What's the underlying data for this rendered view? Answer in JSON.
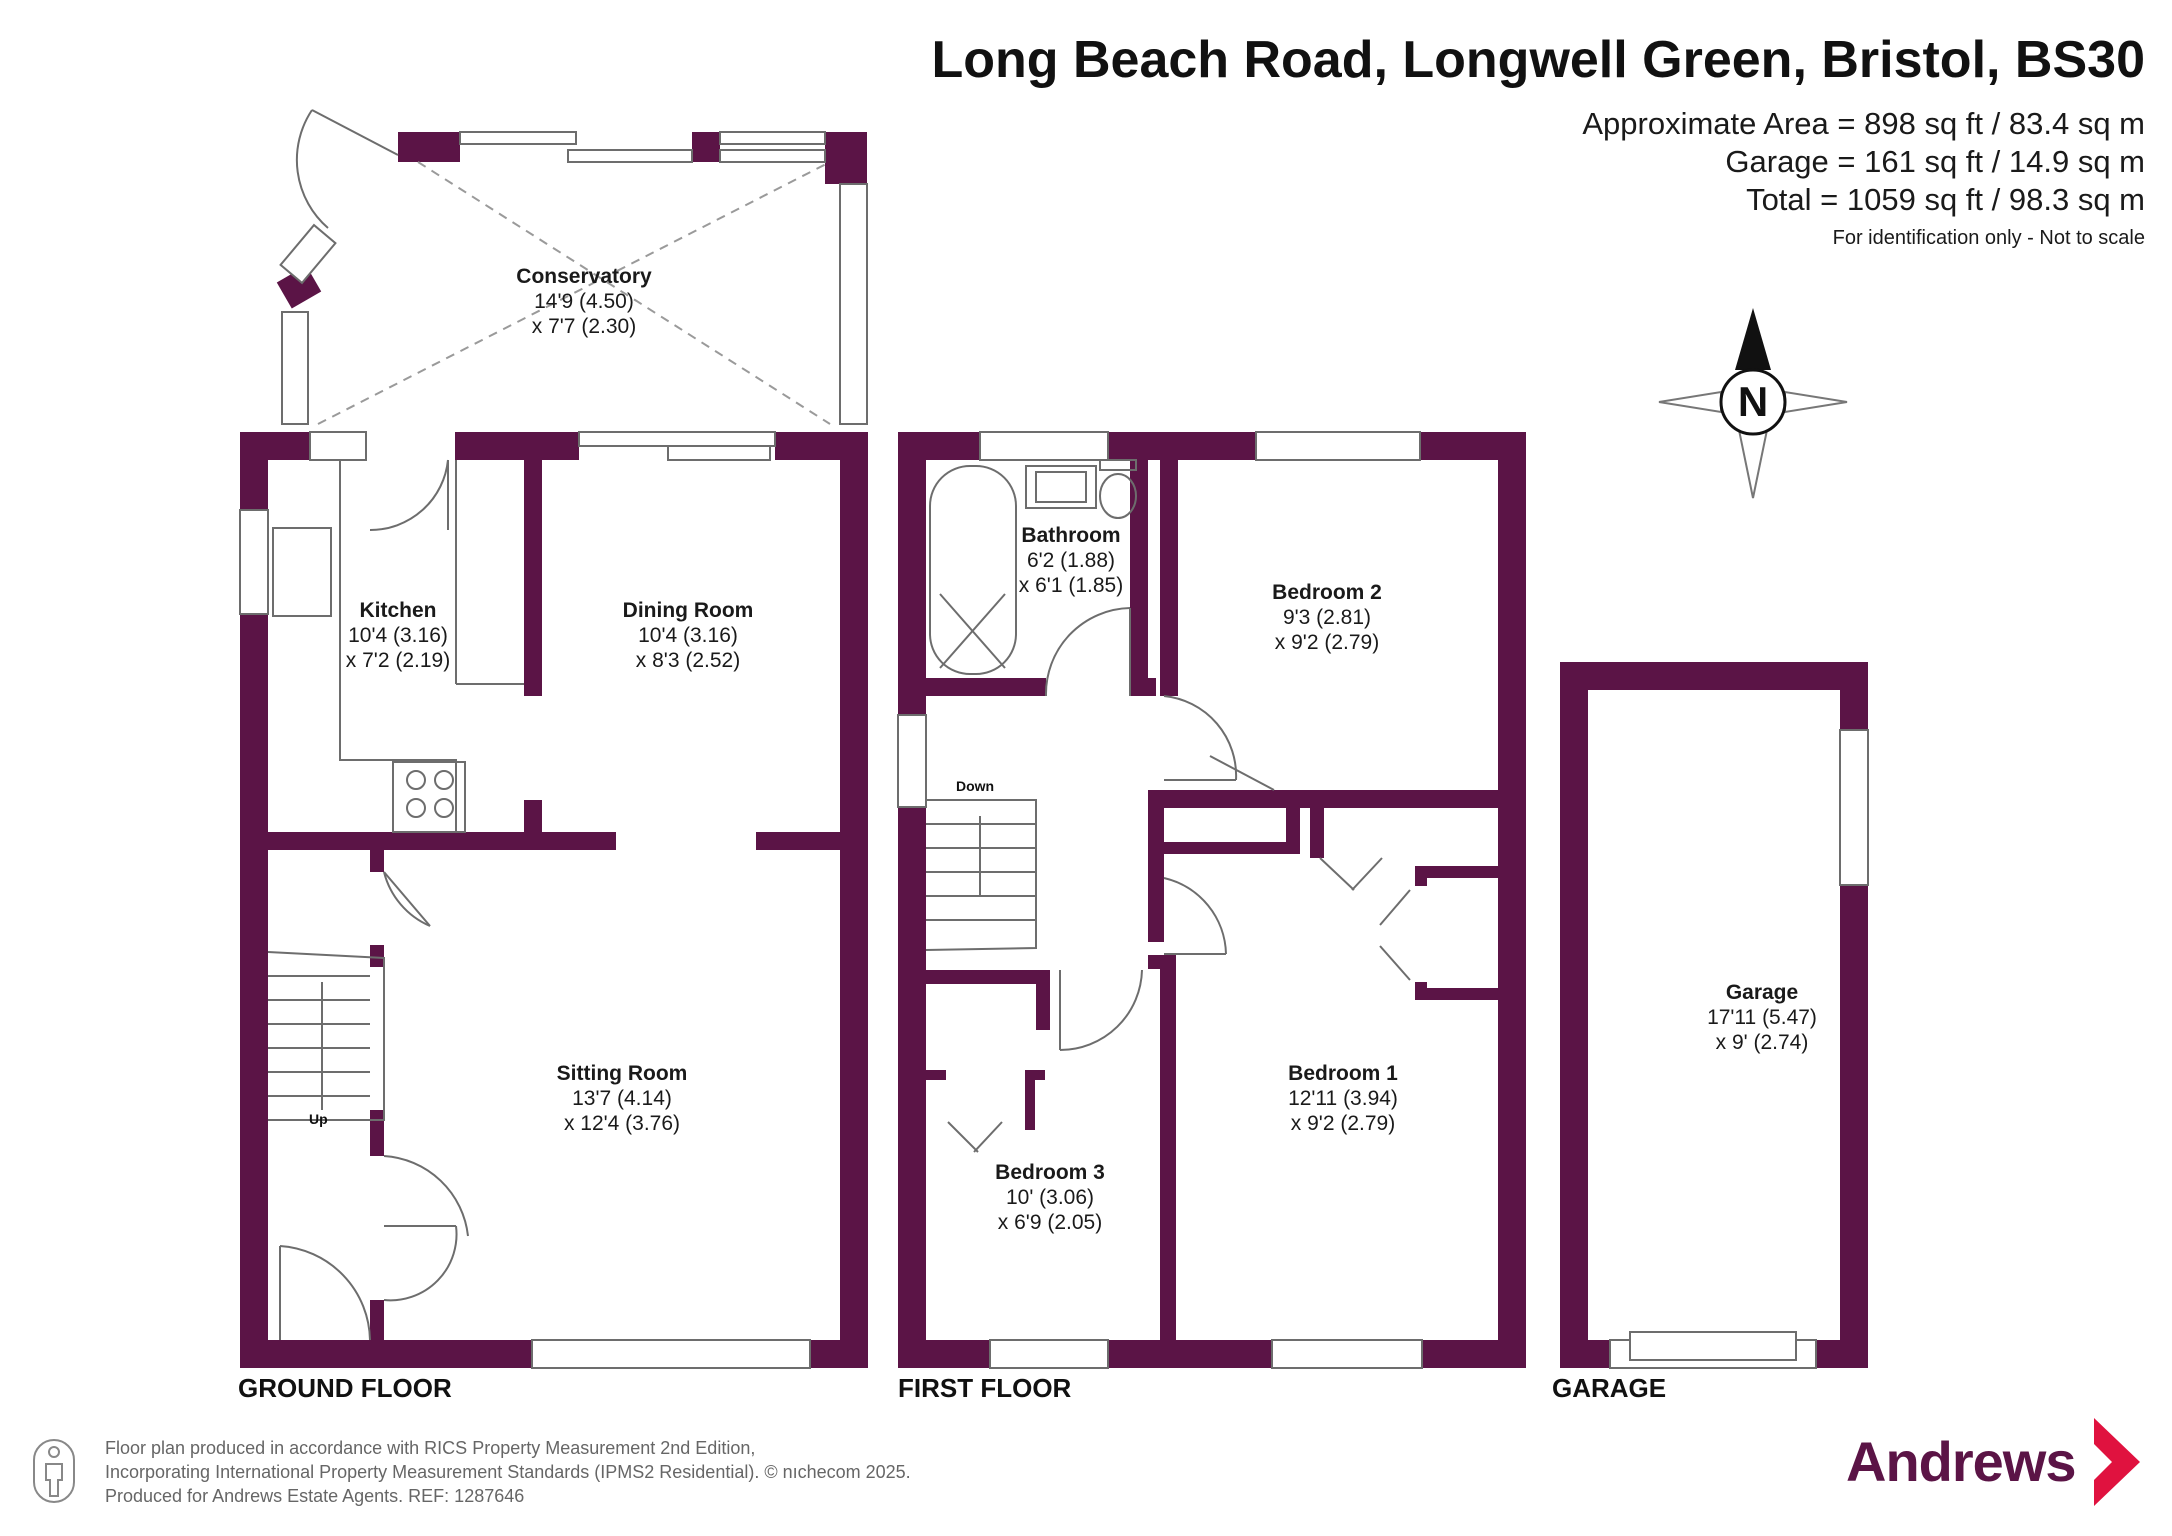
{
  "header": {
    "title": "Long Beach Road, Longwell Green, Bristol, BS30",
    "areas": [
      "Approximate Area = 898 sq ft / 83.4 sq m",
      "Garage = 161 sq ft / 14.9 sq m",
      "Total = 1059 sq ft / 98.3 sq m"
    ],
    "note": "For identification only - Not to scale"
  },
  "compass": {
    "letter": "N"
  },
  "rooms": {
    "conservatory": {
      "name": "Conservatory",
      "dim1": "14'9 (4.50)",
      "dim2": "x 7'7 (2.30)"
    },
    "kitchen": {
      "name": "Kitchen",
      "dim1": "10'4 (3.16)",
      "dim2": "x 7'2 (2.19)"
    },
    "dining": {
      "name": "Dining Room",
      "dim1": "10'4 (3.16)",
      "dim2": "x 8'3 (2.52)"
    },
    "sitting": {
      "name": "Sitting Room",
      "dim1": "13'7 (4.14)",
      "dim2": "x 12'4 (3.76)"
    },
    "bathroom": {
      "name": "Bathroom",
      "dim1": "6'2 (1.88)",
      "dim2": "x 6'1 (1.85)"
    },
    "bedroom2": {
      "name": "Bedroom 2",
      "dim1": "9'3 (2.81)",
      "dim2": "x 9'2 (2.79)"
    },
    "bedroom1": {
      "name": "Bedroom 1",
      "dim1": "12'11 (3.94)",
      "dim2": "x 9'2 (2.79)"
    },
    "bedroom3": {
      "name": "Bedroom 3",
      "dim1": "10' (3.06)",
      "dim2": "x 6'9 (2.05)"
    },
    "garage": {
      "name": "Garage",
      "dim1": "17'11 (5.47)",
      "dim2": "x 9' (2.74)"
    }
  },
  "stairs": {
    "up": "Up",
    "down": "Down"
  },
  "floors": {
    "ground": "GROUND FLOOR",
    "first": "FIRST FLOOR",
    "garage": "GARAGE"
  },
  "footer": {
    "line1": "Floor plan produced in accordance with RICS Property Measurement 2nd Edition,",
    "line2": "Incorporating International Property Measurement Standards (IPMS2 Residential).   © nıchecom 2025.",
    "line3": "Produced for Andrews Estate Agents.   REF: 1287646"
  },
  "brand": {
    "name": "Andrews"
  },
  "colors": {
    "wall": "#5b1446",
    "text": "#1a1a1a"
  }
}
